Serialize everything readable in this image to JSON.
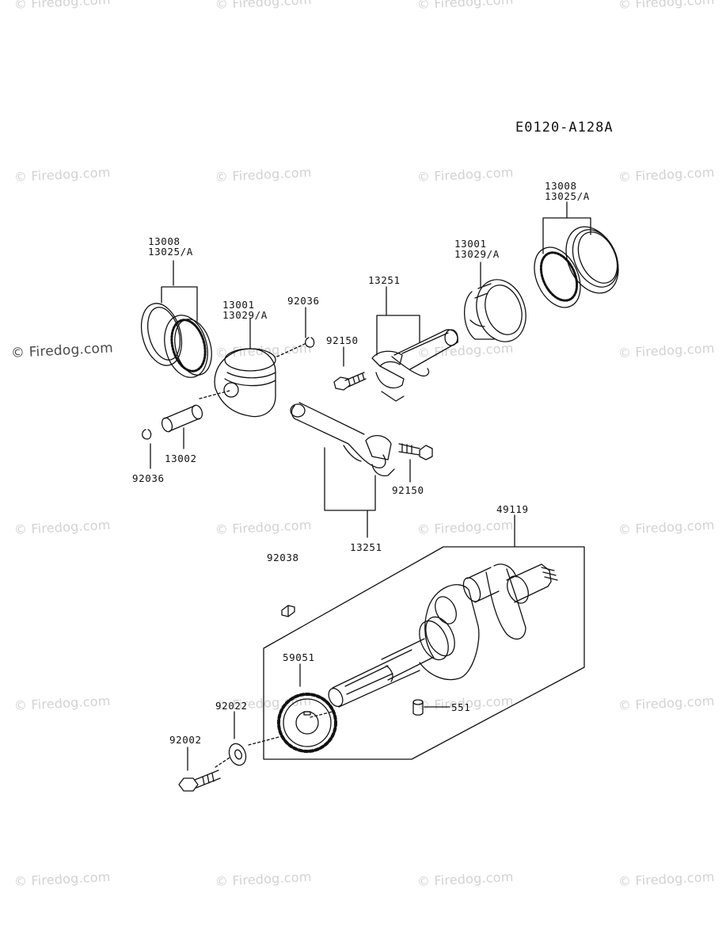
{
  "diagram_code": "E0120-A128A",
  "watermark_text": "© Firedog.com",
  "labels": {
    "left_rings_a": "13008",
    "left_rings_b": "13025/A",
    "left_piston_a": "13001",
    "left_piston_b": "13029/A",
    "circlip_top": "92036",
    "circlip_bottom": "92036",
    "pin": "13002",
    "rod_top": "13251",
    "bolt_top": "92150",
    "right_piston_a": "13001",
    "right_piston_b": "13029/A",
    "right_rings_a": "13008",
    "right_rings_b": "13025/A",
    "bolt_bottom": "92150",
    "rod_bottom": "13251",
    "crankshaft": "49119",
    "key": "92038",
    "gear": "59051",
    "washer": "92022",
    "bolt_crank": "92002",
    "dowel": "551"
  }
}
